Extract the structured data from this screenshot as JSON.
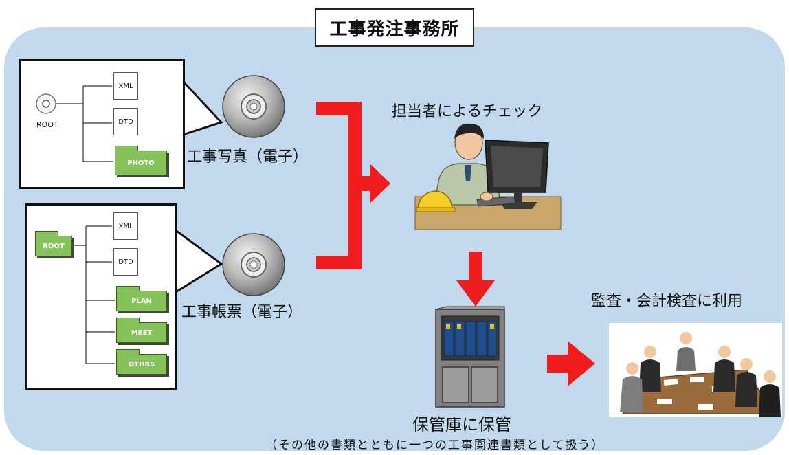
{
  "title": "工事発注事務所",
  "photo_tree": {
    "root": "ROOT",
    "files": [
      "XML",
      "DTD"
    ],
    "folders": [
      "PHOTO"
    ]
  },
  "ledger_tree": {
    "root": "ROOT",
    "files": [
      "XML",
      "DTD"
    ],
    "folders": [
      "PLAN",
      "MEET",
      "OTHRS"
    ]
  },
  "photo_disc_label": "工事写真（電子）",
  "ledger_disc_label": "工事帳票（電子）",
  "check_label": "担当者によるチェック",
  "storage_label": "保管庫に保管",
  "audit_label": "監査・会計検査に利用",
  "footer_note": "（その他の書類とともに一つの工事関連書類として扱う）",
  "colors": {
    "background": "#c2d8ec",
    "arrow": "#ee1c1c",
    "folder": "#86c35a"
  }
}
